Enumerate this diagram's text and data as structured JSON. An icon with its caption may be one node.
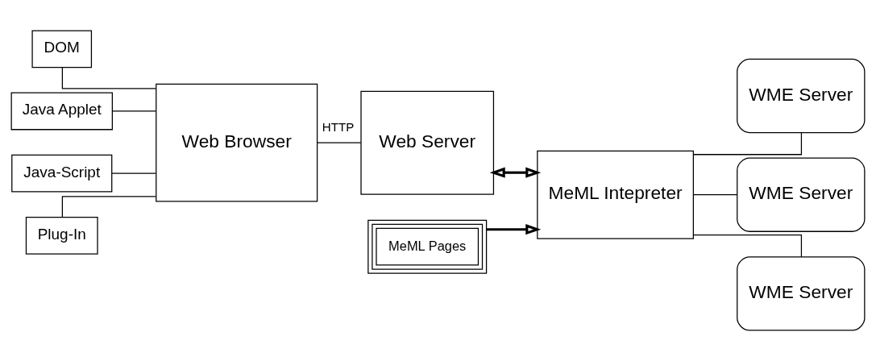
{
  "diagram": {
    "nodes": [
      {
        "text": [
          "DOM"
        ]
      },
      {
        "text": [
          "Java Applet"
        ]
      },
      {
        "text": [
          "Java-Script"
        ]
      },
      {
        "text": [
          "Web Browser"
        ]
      },
      {
        "text": [
          "Plug-In"
        ]
      },
      {
        "text": [
          "MeML Pages"
        ]
      },
      {
        "text": [
          "Web Server"
        ]
      },
      {
        "text": [
          "MeML Intepreter"
        ]
      },
      {
        "text": [
          "WME Server"
        ]
      },
      {
        "text": [
          "WME Server"
        ]
      },
      {
        "text": [
          "WME Server"
        ]
      }
    ],
    "edges": [
      {
        "from": 2,
        "to": 3,
        "arrow": "none"
      },
      {
        "from": 4,
        "to": 3,
        "arrow": "none"
      },
      {
        "from": 0,
        "to": 3,
        "arrow": "none"
      },
      {
        "from": 1,
        "to": 3,
        "arrow": "none"
      },
      {
        "from": 3,
        "to": 6,
        "arrow": "none",
        "label": "HTTP"
      },
      {
        "from": 6,
        "to": 7,
        "arrow": "both",
        "style": "thick"
      },
      {
        "from": 5,
        "to": 7,
        "arrow": "to",
        "style": "thick"
      },
      {
        "from": 7,
        "to": 8,
        "arrow": "none"
      },
      {
        "from": 7,
        "to": 9,
        "arrow": "none"
      },
      {
        "from": 7,
        "to": 10,
        "arrow": "none"
      }
    ]
  }
}
